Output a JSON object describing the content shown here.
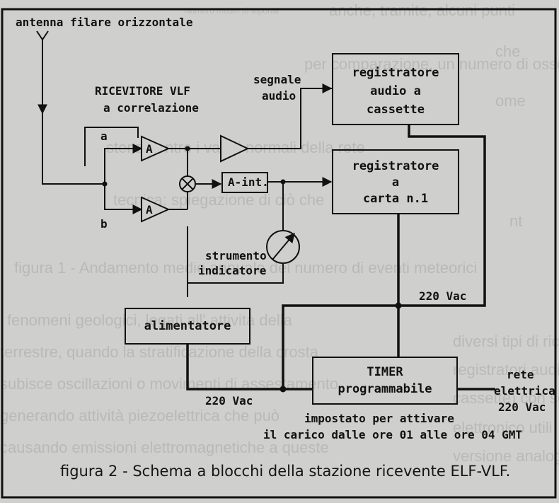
{
  "figure": {
    "antenna_label": "antenna filare orizzontale",
    "receiver_title_line1": "RICEVITORE VLF",
    "receiver_title_line2": "a correlazione",
    "branch_a": "a",
    "branch_b": "b",
    "amp_label": "A",
    "integrator_label": "A-int.",
    "audio_signal_line1": "segnale",
    "audio_signal_line2": "audio",
    "cassette_recorder": [
      "registratore",
      "audio a",
      "cassette"
    ],
    "paper_recorder": [
      "registratore",
      "a",
      "carta n.1"
    ],
    "indicator_line1": "strumento",
    "indicator_line2": "indicatore",
    "power_supply": "alimentatore",
    "timer_line1": "TIMER",
    "timer_line2": "programmabile",
    "mains_line1": "rete",
    "mains_line2": "elettrica",
    "mains_line3": "220 Vac",
    "vac_top": "220 Vac",
    "vac_bottom": "220 Vac",
    "timer_note_line1": "impostato per attivare",
    "timer_note_line2": "il carico dalle ore 01 alle ore 04 GMT",
    "caption": "figura 2 - Schema a blocchi della stazione ricevente ELF-VLF."
  },
  "colors": {
    "ink": "#111111",
    "paper": "#cfcfcd",
    "ghost": "#b9b9b6"
  }
}
